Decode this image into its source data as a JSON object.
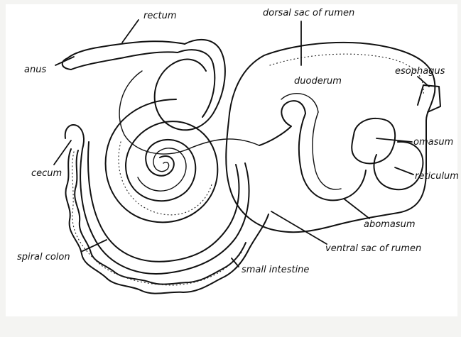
{
  "labels": {
    "rectum": "rectum",
    "dorsal_sac": "dorsal sac of rumen",
    "anus": "anus",
    "duodenum": "duoderum",
    "esophagus": "esophagus",
    "omasum": "omasum",
    "cecum": "cecum",
    "reticulum": "reticulum",
    "abomasum": "abomasum",
    "ventral_sac": "ventral sac of rumen",
    "spiral_colon": "spiral colon",
    "small_intestine": "small intestine"
  }
}
